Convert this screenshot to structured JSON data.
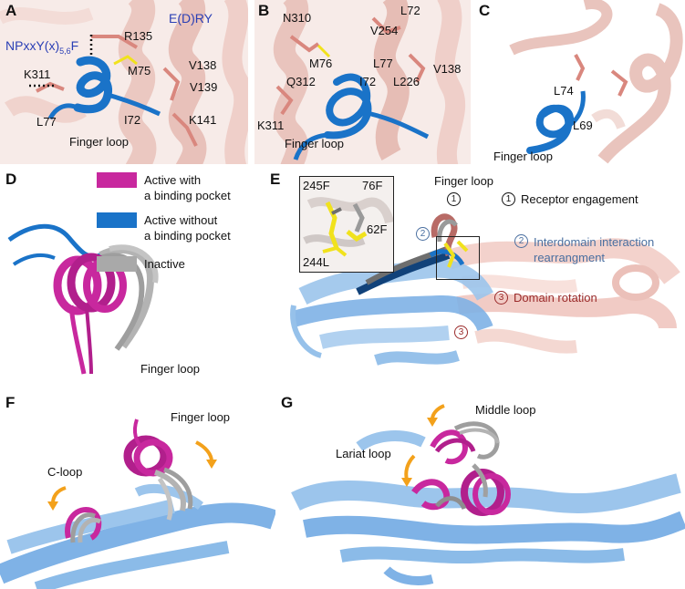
{
  "colors": {
    "helix_bg": "#e9c4bd",
    "helix_bg_light": "#f2dcd7",
    "active_pocket": "#c8289e",
    "active_no_pocket": "#1a73c8",
    "inactive": "#a9a9a9",
    "barrel": "#7fb2e6",
    "yellow_res": "#f1e21c",
    "text_blue": "#2a3fb5",
    "ann_blue": "#4a6fa0",
    "ann_red": "#9a2a2a",
    "arrow_orange": "#f3a11b"
  },
  "panels": {
    "A": {
      "label": "A",
      "motif_text": "NPxxY(x)",
      "motif_sub": "5,6",
      "motif_end": "F",
      "edry": "E(D)RY",
      "residues": [
        "K311",
        "R135",
        "M75",
        "V138",
        "V139",
        "L77",
        "I72",
        "K141"
      ],
      "caption": "Finger loop"
    },
    "B": {
      "label": "B",
      "residues": [
        "N310",
        "L72",
        "V254",
        "M76",
        "L77",
        "Q312",
        "I72",
        "L226",
        "V138",
        "K311"
      ],
      "caption": "Finger loop"
    },
    "C": {
      "label": "C",
      "residues": [
        "L74",
        "L69"
      ],
      "caption": "Finger loop"
    },
    "D": {
      "label": "D",
      "legend": [
        {
          "key": "active_pocket",
          "text": "Active with\na binding pocket"
        },
        {
          "key": "active_no_pocket",
          "text": "Active without\na binding pocket"
        },
        {
          "key": "inactive",
          "text": "Inactive"
        }
      ],
      "caption": "Finger loop"
    },
    "E": {
      "label": "E",
      "inset_residues": [
        "245F",
        "76F",
        "62F",
        "244L"
      ],
      "finger_label": "Finger loop",
      "annotations": [
        {
          "num": "1",
          "text": "Receptor engagement"
        },
        {
          "num": "2",
          "text": "Interdomain interaction\nrearrangment"
        },
        {
          "num": "3",
          "text": "Domain rotation"
        }
      ]
    },
    "F": {
      "label": "F",
      "labels": [
        "Finger loop",
        "C-loop"
      ]
    },
    "G": {
      "label": "G",
      "labels": [
        "Middle loop",
        "Lariat loop"
      ]
    }
  }
}
